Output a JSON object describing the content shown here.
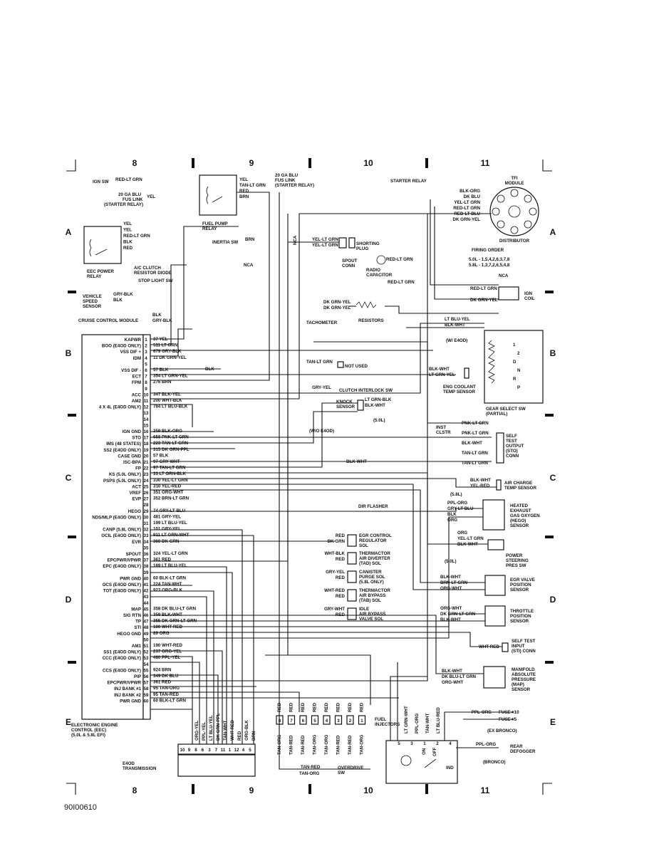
{
  "grid": {
    "columns_top": [
      "8",
      "9",
      "10",
      "11"
    ],
    "columns_bottom": [
      "8",
      "9",
      "10",
      "11"
    ],
    "rows_left": [
      "A",
      "B",
      "C",
      "D",
      "E"
    ],
    "rows_right": [
      "A",
      "B",
      "C",
      "D",
      "E"
    ]
  },
  "figure_id": "90I00610",
  "left_components": {
    "ign_sw": "IGN SW",
    "ign_sw_wire": "RED-LT GRN",
    "fus_link_1": "20 GA BLU",
    "fus_link_2": "FUS LINK",
    "fus_link_3": "(STARTER RELAY)",
    "fus_link_wire": "YEL",
    "eec_relay": [
      "EEC POWER",
      "RELAY"
    ],
    "eec_relay_wires": [
      "YEL",
      "YEL",
      "RED-LT GRN",
      "BLK",
      "RED"
    ],
    "ac_clutch": [
      "A/C CLUTCH",
      "RESISTOR DIODE"
    ],
    "stop_light": "STOP LIGHT SW",
    "vss": [
      "VEHICLE",
      "SPEED",
      "SENSOR"
    ],
    "vss_wires": [
      "GRY-BLK",
      "BLK"
    ],
    "cruise": "CRUISE CONTROL MODULE",
    "cruise_wires": [
      "BLK",
      "GRY-BLK"
    ],
    "eec_module": [
      "ELECTRONIC ENGINE",
      "CONTROL (EEC)",
      "(5.0L & 5.8L EFI)"
    ]
  },
  "fuel_pump": {
    "label": [
      "FUEL PUMP",
      "RELAY"
    ],
    "wires": [
      "YEL",
      "TAN-LT GRN",
      "RED",
      "BRN"
    ],
    "fus_link": [
      "20 GA BLU",
      "FUS LINK",
      "(STARTER RELAY)"
    ],
    "inertia": "INERTIA SW",
    "inertia_wire": "BRN",
    "nca": "NCA"
  },
  "pins_left_labels": [
    {
      "pin": "1",
      "name": "KAPWR",
      "wire": "37 YEL"
    },
    {
      "pin": "2",
      "name": "BOO (E4OD ONLY)",
      "wire": "511 LT GRN"
    },
    {
      "pin": "3",
      "name": "VSS DIF +",
      "wire": "679 GRY-BLK"
    },
    {
      "pin": "4",
      "name": "IDM",
      "wire": "11 DK GRN-YEL"
    },
    {
      "pin": "5",
      "name": "",
      "wire": ""
    },
    {
      "pin": "6",
      "name": "VSS DIF -",
      "wire": "57 BLK"
    },
    {
      "pin": "7",
      "name": "ECT",
      "wire": "354 LT GRN-YEL"
    },
    {
      "pin": "8",
      "name": "FPM",
      "wire": "276 BRN"
    },
    {
      "pin": "9",
      "name": "",
      "wire": ""
    },
    {
      "pin": "10",
      "name": "ACC",
      "wire": "347 BLK-YEL"
    },
    {
      "pin": "11",
      "name": "AM2",
      "wire": "200 WHT-BLK"
    },
    {
      "pin": "12",
      "name": "4 X 4L (E4OD ONLY)",
      "wire": "784 LT BLU-BLK"
    },
    {
      "pin": "13",
      "name": "",
      "wire": ""
    },
    {
      "pin": "14",
      "name": "",
      "wire": ""
    },
    {
      "pin": "15",
      "name": "",
      "wire": ""
    },
    {
      "pin": "16",
      "name": "IGN GND",
      "wire": "259 BLK-ORG"
    },
    {
      "pin": "17",
      "name": "STO",
      "wire": "658 PNK-LT GRN"
    },
    {
      "pin": "18",
      "name": "IMS (48 STATES)",
      "wire": "223 TAN-LT GRN"
    },
    {
      "pin": "19",
      "name": "SS2 (E4OD ONLY)",
      "wire": "315 DK GRN-PPL"
    },
    {
      "pin": "20",
      "name": "CASE GND",
      "wire": "57 BLK"
    },
    {
      "pin": "21",
      "name": "ISC-BPA",
      "wire": "97 GRY-WHT"
    },
    {
      "pin": "22",
      "name": "FP",
      "wire": "97 TAN-LT GRN"
    },
    {
      "pin": "23",
      "name": "KS (5.0L ONLY)",
      "wire": "33 LT GRN-BLK"
    },
    {
      "pin": "24",
      "name": "PSPS (5.0L ONLY)",
      "wire": "330 YEL-LT GRN"
    },
    {
      "pin": "25",
      "name": "ACT",
      "wire": "310 YEL-RED"
    },
    {
      "pin": "26",
      "name": "VREF",
      "wire": "351 ORG-WHT"
    },
    {
      "pin": "27",
      "name": "EVP",
      "wire": "352 BRN-LT GRN"
    },
    {
      "pin": "28",
      "name": "",
      "wire": ""
    },
    {
      "pin": "29",
      "name": "HEGO",
      "wire": "74 GRY-LT BLU"
    },
    {
      "pin": "30",
      "name": "NDS/MLP (E4OD ONLY)",
      "wire": "481 GRY-YEL"
    },
    {
      "pin": "31",
      "name": "",
      "wire": "199 LT BLU-YEL"
    },
    {
      "pin": "32",
      "name": "CANP (5.8L ONLY)",
      "wire": "101 GRY-YEL"
    },
    {
      "pin": "33",
      "name": "OCIL (E4OD ONLY)",
      "wire": "911 LT GRN-WHT"
    },
    {
      "pin": "34",
      "name": "EVR",
      "wire": "360 DK GRN"
    },
    {
      "pin": "35",
      "name": "",
      "wire": ""
    },
    {
      "pin": "36",
      "name": "SPOUT",
      "wire": "324 YEL-LT GRN"
    },
    {
      "pin": "37",
      "name": "EPCPWR/VPWR",
      "wire": "361 RED"
    },
    {
      "pin": "38",
      "name": "EPC (E4OD ONLY)",
      "wire": "189 LT BLU-YEL"
    },
    {
      "pin": "39",
      "name": "",
      "wire": ""
    },
    {
      "pin": "40",
      "name": "PWR GND",
      "wire": "60 BLK-LT GRN"
    },
    {
      "pin": "41",
      "name": "OCS (E4OD ONLY)",
      "wire": "224 TAN-WHT"
    },
    {
      "pin": "42",
      "name": "TOT (E4OD ONLY)",
      "wire": "923 ORG-BLK"
    },
    {
      "pin": "43",
      "name": "",
      "wire": ""
    },
    {
      "pin": "44",
      "name": "",
      "wire": ""
    },
    {
      "pin": "45",
      "name": "MAP",
      "wire": "358 DK BLU-LT GRN"
    },
    {
      "pin": "46",
      "name": "SIG RTN",
      "wire": "359 BLK-WHT"
    },
    {
      "pin": "47",
      "name": "TP",
      "wire": "355 DK GRN-LT GRN"
    },
    {
      "pin": "48",
      "name": "STI",
      "wire": "100 WHT-RED"
    },
    {
      "pin": "49",
      "name": "HEGO GND",
      "wire": "89 ORG"
    },
    {
      "pin": "50",
      "name": "",
      "wire": ""
    },
    {
      "pin": "51",
      "name": "AM1",
      "wire": "190 WHT-RED"
    },
    {
      "pin": "52",
      "name": "SS1 (E4OD ONLY)",
      "wire": "237 ORG-YEL"
    },
    {
      "pin": "53",
      "name": "CCC (E4OD ONLY)",
      "wire": "480 PPL-YEL"
    },
    {
      "pin": "54",
      "name": "",
      "wire": ""
    },
    {
      "pin": "55",
      "name": "CCS (E4OD ONLY)",
      "wire": "924 BRN"
    },
    {
      "pin": "56",
      "name": "PIP",
      "wire": "349 DK BLU"
    },
    {
      "pin": "57",
      "name": "EPCPWR/VPWR",
      "wire": "361 RED"
    },
    {
      "pin": "58",
      "name": "INJ BANK #1",
      "wire": "95 TAN-ORG"
    },
    {
      "pin": "59",
      "name": "INJ BANK #2",
      "wire": "95 TAN-RED"
    },
    {
      "pin": "60",
      "name": "PWR GND",
      "wire": "60 BLK-LT GRN"
    }
  ],
  "middle": {
    "spout_conn": [
      "SPOUT",
      "CONN"
    ],
    "spout_wires": [
      "YEL-LT GRN",
      "YEL-LT GRN"
    ],
    "shorting_plug": [
      "SHORTING",
      "PLUG"
    ],
    "radio_cap": [
      "RADIO",
      "CAPACITOR"
    ],
    "radio_wire": "RED-LT GRN",
    "nca": "NCA",
    "tachometer": "TACHOMETER",
    "resistors": "RESISTORS",
    "tach_wires": [
      "DK GRN-YEL",
      "DK GRN-YEL"
    ],
    "not_used": "NOT USED",
    "not_used_wire": "TAN-LT GRN",
    "blk": "BLK",
    "clutch_interlock": "CLUTCH INTERLOCK SW",
    "clutch_wire": "GRY-YEL",
    "knock": [
      "KNOCK",
      "SENSOR"
    ],
    "knock_wires": [
      "LT GRN-BLK",
      "BLK-WHT"
    ],
    "five_l": "(5.0L)",
    "w_e4od": "(W/O E4OD)",
    "blk_wht": "BLK-WHT",
    "dir_flasher": "DIR FLASHER",
    "egr_control": [
      "EGR CONTROL",
      "REGULATOR",
      "SOL"
    ],
    "egr_wires": [
      "RED",
      "DK GRN"
    ],
    "thermactor_div": [
      "THERMACTOR",
      "AIR DIVERTER",
      "(TAD) SOL"
    ],
    "tad_wires": [
      "WHT-BLK",
      "RED"
    ],
    "canister": [
      "CANISTER",
      "PURGE SOL",
      "(5.8L ONLY)"
    ],
    "canister_wires": [
      "GRY-YEL",
      "RED"
    ],
    "thermactor_byp": [
      "THERMACTOR",
      "AIR BYPASS",
      "(TAB) SOL"
    ],
    "tab_wires": [
      "WHT-RED",
      "RED"
    ],
    "idle_bypass": [
      "IDLE",
      "AIR BYPASS",
      "VALVE SOL"
    ],
    "idle_wires": [
      "GRY-WHT",
      "RED"
    ],
    "injector_top": [
      "RED",
      "RED",
      "RED",
      "RED",
      "RED",
      "RED",
      "RED",
      "RED"
    ],
    "injector_nums": [
      "8",
      "7",
      "6",
      "5",
      "4",
      "3",
      "2",
      "1"
    ],
    "injector_bottom": [
      "TAN-ORG",
      "TAN-RED",
      "TAN-RED",
      "TAN-ORG",
      "TAN-ORG",
      "TAN-RED",
      "TAN-RED",
      "TAN-ORG"
    ],
    "fuel_injectors": [
      "FUEL",
      "INJECTORS"
    ],
    "tan_red": "TAN-RED",
    "tan_org": "TAN-ORG",
    "overdrive": [
      "OVERDRIVE",
      "SW"
    ],
    "e4od_trans": [
      "E4OD",
      "TRANSMISSION"
    ],
    "trans_wires": [
      "ORG-YEL",
      "PPL-YEL",
      "LT BLU-YEL",
      "DK GRN-PPL",
      "TAN-WHT",
      "WHT-RED",
      "RED",
      "ORG-BLK",
      "BRN"
    ],
    "trans_pins": [
      "10",
      "9",
      "8",
      "6",
      "3",
      "7",
      "11",
      "1",
      "12",
      "4",
      "5"
    ]
  },
  "right": {
    "starter_relay": "STARTER RELAY",
    "tfi": [
      "TFI",
      "MODULE"
    ],
    "distributor": "DISTRIBUTOR",
    "tfi_wires": [
      "BLK-ORG",
      "DK BLU",
      "YEL-LT GRN",
      "RED-LT GRN",
      "RED-LT BLU",
      "DK GRN-YEL"
    ],
    "firing_order": "FIRING ORDER",
    "fo_50": "5.0L - 1,5,4,2,6,3,7,8",
    "fo_58": "5.8L - 1,3,7,2,6,5,4,8",
    "nca": "NCA",
    "red_lt_grn": "RED-LT GRN",
    "ign_coil": [
      "IGN",
      "COIL"
    ],
    "coil_wires": [
      "RED-LT GRN",
      "DK GRN-YEL"
    ],
    "gear_sel_wires": [
      "LT BLU-YEL",
      "BLK-WHT"
    ],
    "w_e4od": "(W/ E4OD)",
    "gear_sel": [
      "GEAR SELECT SW",
      "(PARTIAL)"
    ],
    "gear_marks": [
      "1",
      "2",
      "D",
      "N",
      "R",
      "P"
    ],
    "ect_wires": [
      "BLK-WHT",
      "LT GRN-YEL"
    ],
    "ect": [
      "ENG COOLANT",
      "TEMP SENSOR"
    ],
    "inst_clstr": [
      "INST",
      "CLSTR"
    ],
    "sto_wires": [
      "PNK-LT GRN",
      "PNK-LT GRN",
      "BLK-WHT",
      "TAN-LT GRN",
      "TAN-LT GRN"
    ],
    "self_test": [
      "SELF",
      "TEST",
      "OUTPUT",
      "(STO)",
      "CONN"
    ],
    "act_wires": [
      "BLK-WHT",
      "YEL-RED"
    ],
    "act": [
      "AIR CHARGE",
      "TEMP SENSOR"
    ],
    "hego_wires": [
      "PPL-ORG",
      "GRY-LT BLU",
      "BLK",
      "ORG"
    ],
    "five_8": "(5.8L)",
    "hego": [
      "HEATED",
      "EXHAUST",
      "GAS OXYGEN",
      "(HEGO)",
      "SENSOR"
    ],
    "ps_wires": [
      "ORG",
      "YEL-LT GRN",
      "BLK-WHT"
    ],
    "five_0": "(5.0L)",
    "psps": [
      "POWER",
      "STEERING",
      "PRES SW"
    ],
    "evp_wires": [
      "BLK-WHT",
      "BRN-LT GRN",
      "ORG-WHT"
    ],
    "evp": [
      "EGR VALVE",
      "POSITION",
      "SENSOR"
    ],
    "tps_wires": [
      "ORG-WHT",
      "DK GRN-LT GRN",
      "BLK-WHT"
    ],
    "tps": [
      "THROTTLE",
      "POSITION",
      "SENSOR"
    ],
    "sti_wire": "WHT-RED",
    "sti": [
      "SELF TEST",
      "INPUT",
      "(STI) CONN"
    ],
    "map_wires": [
      "BLK-WHT",
      "DK BLU-LT GRN",
      "ORG-WHT"
    ],
    "map": [
      "MANIFOLD",
      "ABSOLUTE",
      "PRESSURE",
      "(MAP)",
      "SENSOR"
    ],
    "bottom_wires": [
      "LT GRN-WHT",
      "PPL-ORG",
      "TAN-WHT",
      "LT BLU-RED"
    ],
    "od_pins": [
      "5",
      "3",
      "1",
      "2",
      "4"
    ],
    "on": "ON",
    "off": "OFF",
    "ind": "IND",
    "fuse10": "FUSE #10",
    "fuse5": "FUSE #5",
    "ppl_org": "PPL-ORG",
    "ex_bronco": "(EX BRONCO)",
    "rear_defogger": [
      "REAR",
      "DEFOGGER"
    ],
    "bronco": "(BRONCO)"
  }
}
